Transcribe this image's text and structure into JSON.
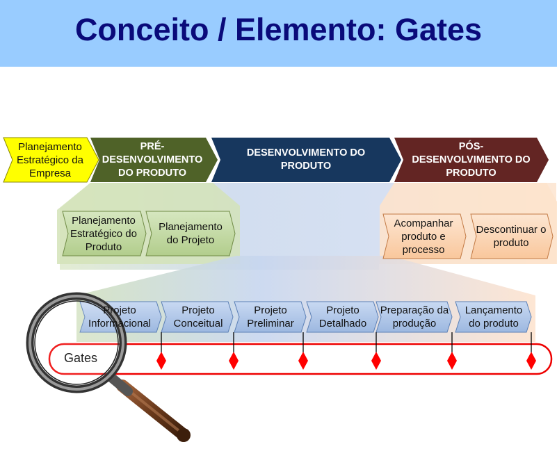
{
  "title": "Conceito / Elemento: Gates",
  "phases": [
    {
      "label": "Planejamento Estratégico da Empresa",
      "color": "#ffff00"
    },
    {
      "label": "PRÉ-DESENVOLVIMENTO DO PRODUTO",
      "color": "#4f6228"
    },
    {
      "label": "DESENVOLVIMENTO DO PRODUTO",
      "color": "#17375e"
    },
    {
      "label": "PÓS-DESENVOLVIMENTO DO PRODUTO",
      "color": "#632523"
    }
  ],
  "pre_sub_stages": [
    {
      "label": "Planejamento Estratégico do Produto"
    },
    {
      "label": "Planejamento do Projeto"
    }
  ],
  "post_sub_stages": [
    {
      "label": "Acompanhar produto e processo"
    },
    {
      "label": "Descontinuar o produto"
    }
  ],
  "dev_sub_stages": [
    {
      "label": "Projeto Informacional"
    },
    {
      "label": "Projeto Conceitual"
    },
    {
      "label": "Projeto Preliminar"
    },
    {
      "label": "Projeto Detalhado"
    },
    {
      "label": "Preparação da produção"
    },
    {
      "label": "Lançamento do produto"
    }
  ],
  "gates_label": "Gates",
  "icons": [
    "magnifying-glass-icon",
    "gate-diamond-icon"
  ]
}
